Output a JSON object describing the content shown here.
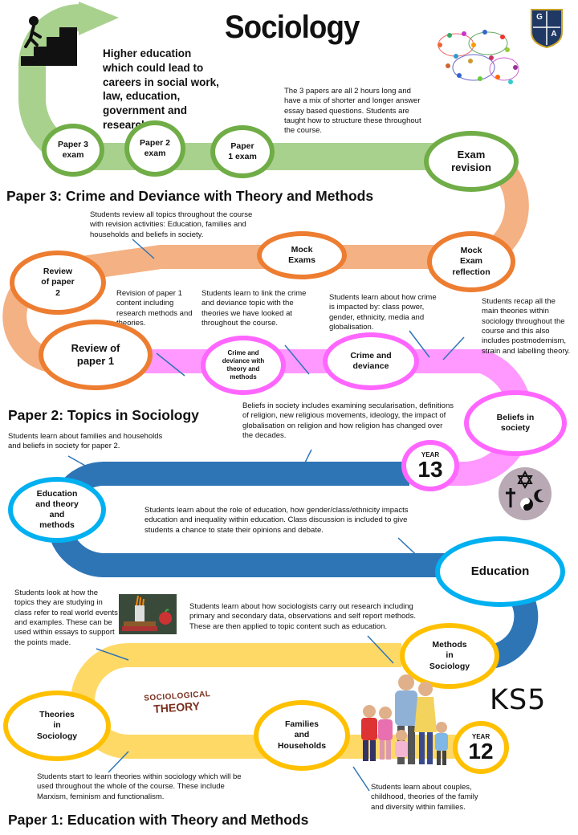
{
  "title": "Sociology",
  "ks_label": "KS5",
  "logo_letters": [
    "G",
    "A"
  ],
  "career_text": "Higher education which could lead to careers in social work, law, education, government and research.",
  "headings": {
    "paper3": "Paper 3: Crime and Deviance with Theory and Methods",
    "paper2": "Paper 2: Topics in Sociology",
    "paper1": "Paper 1: Education with Theory and Methods"
  },
  "nodes": {
    "paper3_exam": "Paper 3 exam",
    "paper2_exam": "Paper 2 exam",
    "paper1_exam": "Paper 1 exam",
    "exam_revision": "Exam revision",
    "review_paper2": "Review of paper 2",
    "mock_exams": "Mock Exams",
    "mock_reflection": "Mock Exam reflection",
    "review_paper1": "Review of paper 1",
    "crime_theory": "Crime and deviance with theory and methods",
    "crime_deviance": "Crime and deviance",
    "beliefs": "Beliefs in society",
    "education_theory": "Education and theory and methods",
    "education": "Education",
    "methods": "Methods in Sociology",
    "theories": "Theories in Sociology",
    "families": "Families and Households"
  },
  "years": {
    "label": "YEAR",
    "y13": "13",
    "y12": "12"
  },
  "notes": {
    "papers": "The 3 papers are all 2 hours long and have a mix of shorter and longer answer essay based questions. Students are taught how to structure these throughout the course.",
    "review_all": "Students review all topics throughout the course with revision activities: Education, families and households and beliefs in society.",
    "revision_p1": "Revision of paper 1 content including research methods and theories.",
    "link_crime": "Students learn to link the crime and deviance topic with the theories we have looked at throughout the course.",
    "crime_impact": "Students learn about how crime is impacted by: class power, gender, ethnicity, media and globalisation.",
    "recap_theories": "Students recap all the main theories within sociology throughout the course and this also includes postmodernism, strain and labelling theory.",
    "beliefs": "Beliefs in society includes examining secularisation, definitions of religion, new religious movements, ideology, the impact of globalisation on religion and how religion has changed over the decades.",
    "families_beliefs": "Students learn about families and households and beliefs in society for paper 2.",
    "education": "Students learn about the role of education, how gender/class/ethnicity impacts education and inequality within education. Class discussion is included to give students a chance to state their opinions and debate.",
    "topics_real": "Students look at how the topics they are studying in class refer to real world events and examples. These can be used within essays to support the points made.",
    "research": "Students learn about how sociologists carry out research including primary and secondary data, observations and self report methods. These are then applied to topic content such as education.",
    "theories": "Students start to learn theories within sociology which will be used throughout the whole of the course. These include Marxism, feminism and functionalism.",
    "families": "Students learn about couples, childhood, theories of the family and diversity within families."
  },
  "badge_text": {
    "line1": "SOCIOLOGICAL",
    "line2": "THEORY"
  },
  "colors": {
    "green": "#a9d18e",
    "green_border": "#70ad47",
    "peach": "#f4b183",
    "orange": "#ed7d31",
    "pink": "#ff99ff",
    "magenta": "#ff66ff",
    "blue": "#2e75b6",
    "cyan": "#00b0f0",
    "yellow": "#ffd966",
    "gold": "#ffc000"
  }
}
